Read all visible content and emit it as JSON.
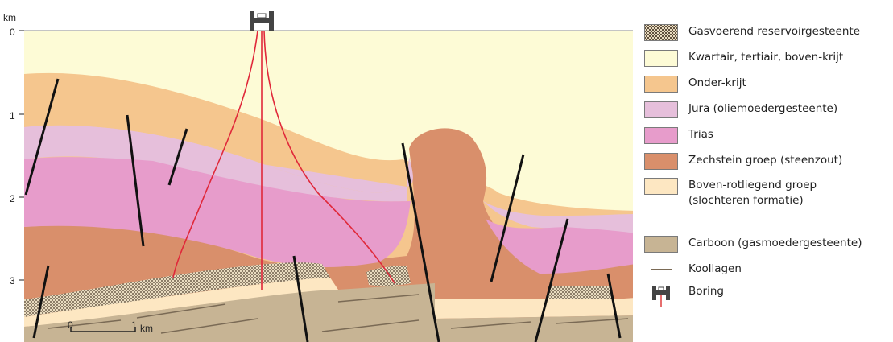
{
  "axis": {
    "unit": "km",
    "ticks": [
      "0",
      "1",
      "2",
      "3"
    ]
  },
  "scalebar": {
    "start": "0",
    "end": "1",
    "unit": "km"
  },
  "legend": [
    {
      "label": "Gasvoerend reservoirgesteente",
      "kind": "dotted",
      "color": "#c8b89a"
    },
    {
      "label": "Kwartair, tertiair, boven-krijt",
      "kind": "fill",
      "color": "#fdfbd6"
    },
    {
      "label": "Onder-krijt",
      "kind": "fill",
      "color": "#f5c68e"
    },
    {
      "label": "Jura (oliemoedergesteente)",
      "kind": "fill",
      "color": "#e6bfdb"
    },
    {
      "label": "Trias",
      "kind": "fill",
      "color": "#e79ccb"
    },
    {
      "label": "Zechstein groep (steenzout)",
      "kind": "fill",
      "color": "#d98f6b"
    },
    {
      "label": "Boven-rotliegend groep\n(slochteren formatie)",
      "kind": "fill",
      "color": "#fde7c2"
    },
    {
      "label": "Carboon (gasmoedergesteente)",
      "kind": "fill",
      "color": "#c7b494"
    },
    {
      "label": "Koollagen",
      "kind": "line",
      "color": "#7a6a55"
    },
    {
      "label": "Boring",
      "kind": "rig",
      "color": "#e04a4a"
    }
  ]
}
